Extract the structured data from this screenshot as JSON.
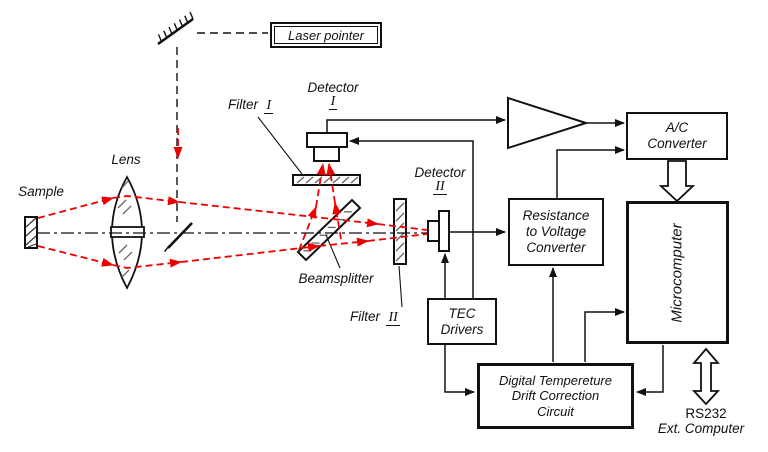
{
  "diagram": {
    "optical": {
      "laser_pointer": "Laser pointer",
      "sample": "Sample",
      "lens": "Lens",
      "filter1": {
        "prefix": "Filter",
        "numeral": "I"
      },
      "filter2": {
        "prefix": "Filter",
        "numeral": "II"
      },
      "detector1": {
        "name": "Detector",
        "numeral": "I"
      },
      "detector2": {
        "name": "Detector",
        "numeral": "II"
      },
      "beamsplitter": "Beamsplitter"
    },
    "electronics": {
      "tec_drivers": {
        "lines": [
          "TEC",
          "Drivers"
        ]
      },
      "resistance_to_voltage": {
        "lines": [
          "Resistance",
          "to Voltage",
          "Converter"
        ]
      },
      "ac_converter": {
        "lines": [
          "A/C",
          "Converter"
        ]
      },
      "microcomputer": "Microcomputer",
      "drift_correction": {
        "lines": [
          "Digital Tempereture",
          "Drift Correction",
          "Circuit"
        ]
      }
    },
    "io": {
      "rs232": "RS232",
      "ext_computer": "Ext. Computer"
    },
    "colors": {
      "line": "#111111",
      "beam": "#ee0000",
      "hatch": "#666666",
      "background": "#ffffff"
    }
  }
}
